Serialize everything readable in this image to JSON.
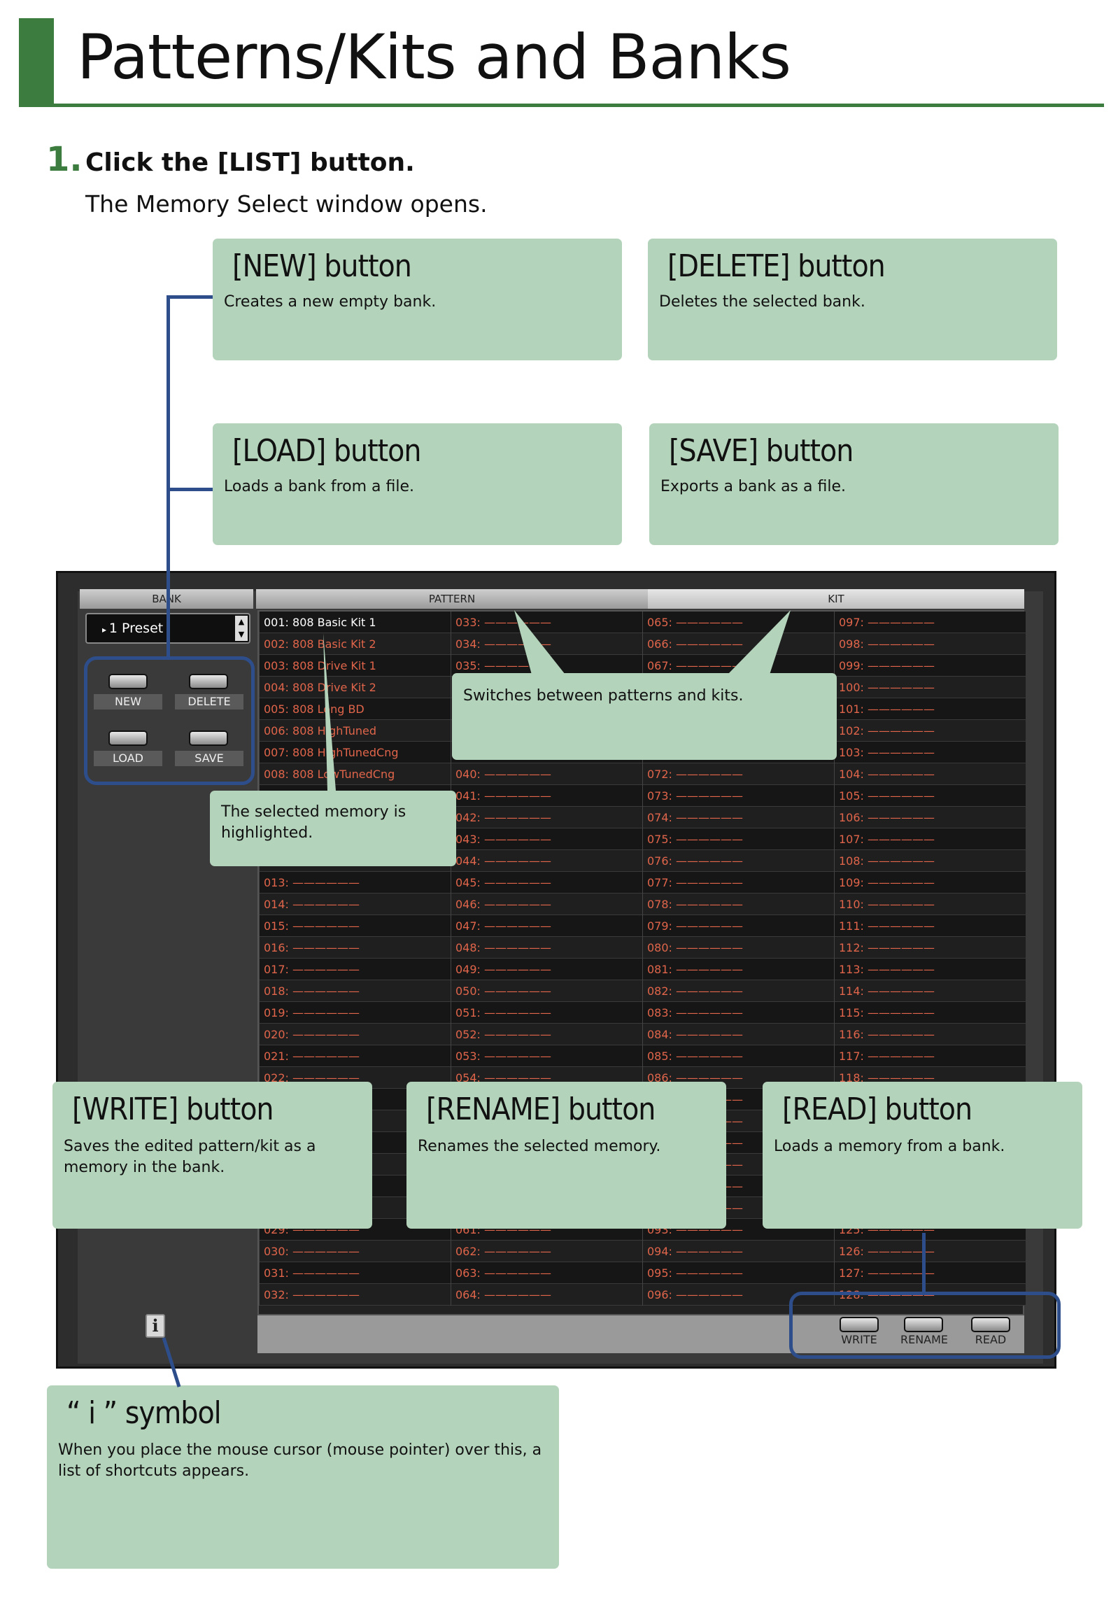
{
  "page": {
    "title": "Patterns/Kits and Banks",
    "step_number": "1.",
    "step_text": "Click the [LIST] button.",
    "step_sub": "The Memory Select window opens."
  },
  "callouts": {
    "new": {
      "title": "[NEW] button",
      "desc": "Creates a new empty bank."
    },
    "delete": {
      "title": "[DELETE] button",
      "desc": "Deletes the selected bank."
    },
    "load": {
      "title": "[LOAD] button",
      "desc": "Loads a bank from a file."
    },
    "save": {
      "title": "[SAVE] button",
      "desc": "Exports a bank as a file."
    },
    "switch": {
      "desc": "Switches between patterns and kits."
    },
    "selected": {
      "desc": "The selected memory is highlighted."
    },
    "write": {
      "title": "[WRITE] button",
      "desc": "Saves the edited pattern/kit as a memory in the bank."
    },
    "rename": {
      "title": "[RENAME] button",
      "desc": "Renames the selected memory."
    },
    "read": {
      "title": "[READ] button",
      "desc": "Loads a memory from a bank."
    },
    "info": {
      "title": "“ i ” symbol",
      "desc": "When you place the mouse cursor (mouse pointer) over this, a list of shortcuts appears."
    }
  },
  "app": {
    "bank_header": "BANK",
    "pattern_header": "PATTERN",
    "kit_header": "KIT",
    "bank_value": "1 Preset",
    "buttons": {
      "new": "NEW",
      "delete": "DELETE",
      "load": "LOAD",
      "save": "SAVE",
      "write": "WRITE",
      "rename": "RENAME",
      "read": "READ"
    },
    "info_icon": "i",
    "memory_names": [
      "808 Basic Kit 1",
      "808 Basic Kit 2",
      "808 Drive Kit 1",
      "808 Drive Kit 2",
      "808 Long BD",
      "808 HighTuned",
      "808 HighTunedCng",
      "808 LowTunedCng"
    ],
    "empty_name": "——————"
  }
}
